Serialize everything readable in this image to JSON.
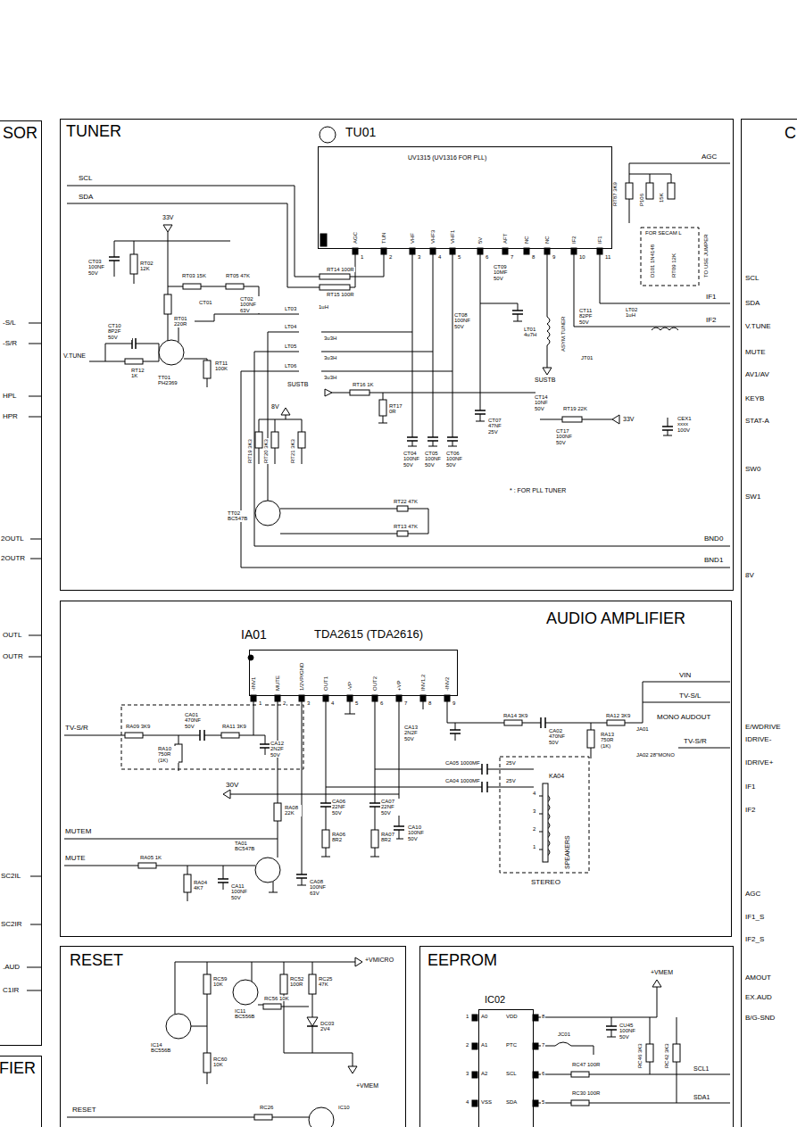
{
  "diagram": {
    "nodes": [
      {
        "text": [
          "SOR"
        ]
      },
      {
        "text": [
          "TUNER"
        ]
      },
      {
        "text": [
          "TU01",
          "UV1315 (UV1316 FOR PLL)"
        ],
        "in": 1
      },
      {
        "text": [
          "C"
        ]
      },
      {
        "text": [
          "AUDIO AMPLIFIER"
        ]
      },
      {
        "text": [
          "IA01",
          "TDA2615 (TDA2616)"
        ],
        "in": 4
      },
      {
        "text": [
          "RESET"
        ]
      },
      {
        "text": [
          "EEPROM"
        ]
      },
      {
        "text": [
          "IC02"
        ],
        "in": 7
      },
      {
        "text": [
          "FIER"
        ]
      }
    ],
    "labels": [
      "-S/L",
      "-S/R",
      "HPL",
      "HPR",
      "2OUTL",
      "2OUTR",
      "OUTL",
      "OUTR",
      "SC2IL",
      "SC2IR",
      ".AUD",
      "C1IR",
      "SCL",
      "SDA",
      "33V",
      "CT03 100NF 50V",
      "RT02 12K",
      "RT03 15K",
      "RT05 47K",
      "CT01",
      "CT02 100NF 63V",
      "RT01 220R",
      "CT10 8P2F 50V",
      "V.TUNE",
      "RT12 1K",
      "TT01 PH2369",
      "RT11 100K",
      "LT03",
      "1uH",
      "LT04",
      "3u3H",
      "LT05",
      "3u3H",
      "LT06",
      "3u3H",
      "RT14 100R",
      "RT15 100R",
      "SUSTB",
      "RT16 1K",
      "RT17 0R",
      "8V",
      "RT19 3K3",
      "RT20 3K3",
      "RT21 3K3",
      "TT02 BC547B",
      "RT22 47K",
      "RT13 47K",
      "CT04 100NF 50V",
      "CT05 100NF 50V",
      "CT06 100NF 50V",
      "CT07 47NF 25V",
      "CT14 10NF 50V",
      "RT19 22K",
      "33V",
      "CT17 100NF 50V",
      "CEX1 xxxx 100V",
      "* : FOR PLL TUNER",
      "CT08 100NF 50V",
      "CT09 10MF 50V",
      "LT01 4u7H",
      "SUSTB",
      "ASYM.TUNER",
      "JT01",
      "CT11 82PF 50V",
      "LT02 1uH",
      "RT87 3K9",
      "P106",
      "15K",
      "FOR SECAM L",
      "D101 1N4148",
      "RT09 12K",
      "TO USE JUMPER",
      "AGC",
      "IF1",
      "IF2",
      "BND0",
      "BND1",
      "AGC",
      "TUN",
      "VHF",
      "VHF3",
      "VHF1",
      "5V",
      "AFT",
      "NC",
      "NC",
      "IF2",
      "IF1",
      "1",
      "2",
      "3",
      "4",
      "5",
      "6",
      "7",
      "8",
      "9",
      "10",
      "11",
      "TV-S/R",
      "RA09 3K9",
      "RA10 750R (1K)",
      "CA01 470NF 50V",
      "RA11 3K9",
      "CA12 2N2F 50V",
      "CA13 2N2F 50V",
      "RA14 3K9",
      "CA02 470NF 50V",
      "RA12 3K9",
      "RA13 750R (1K)",
      "VIN",
      "TV-S/L",
      "MONO AUDOUT",
      "JA01",
      "TV-S/R",
      "JA02 28\"MONO",
      "CA05 1000MF",
      "25V",
      "CA04 1000MF",
      "25V",
      "KA04",
      "SPEAKERS",
      "4",
      "3",
      "2",
      "1",
      "STEREO",
      "30V",
      "RA08 22K",
      "CA06 22NF 50V",
      "RA06 8R2",
      "CA07 22NF 50V",
      "RA07 8R2",
      "CA10 100NF 50V",
      "CA08 100NF 63V",
      "MUTEM",
      "MUTE",
      "RA05 1K",
      "RA04 4K7",
      "TA01 BC547B",
      "CA11 100NF 50V",
      "-INV1",
      "MUTE",
      "1/2VP/GND",
      "OUT1",
      "-VP",
      "OUT2",
      "+VP",
      "INV1,2",
      "-INV2",
      "1",
      "2",
      "3",
      "4",
      "5",
      "6",
      "7",
      "8",
      "9",
      "+VMICRO",
      "RC59 10K",
      "RC52 100R",
      "RC25 47K",
      "RC56 10K",
      "IC11 BC556B",
      "DC03 2V4",
      "IC14 BC556B",
      "RC60 10K",
      "+VMEM",
      "RESET",
      "RC26",
      "IC10",
      "+VMEM",
      "CU45 100NF 50V",
      "JC01",
      "RC46 3K3",
      "RC42 3K3",
      "RC47 100R",
      "RC30 100R",
      "SCL1",
      "SDA1",
      "1",
      "A0",
      "2",
      "A1",
      "3",
      "A2",
      "4",
      "VSS",
      "VDD",
      "8",
      "PTC",
      "7",
      "SCL",
      "6",
      "SDA",
      "5",
      "SCL",
      "SDA",
      "V.TUNE",
      "MUTE",
      "AV1/AV",
      "KEYB",
      "STAT-A",
      "SW0",
      "SW1",
      "8V",
      "E/WDRIVE",
      "IDRIVE-",
      "IDRIVE+",
      "IF1",
      "IF2",
      "AGC",
      "IF1_S",
      "IF2_S",
      "AMOUT",
      "EX.AUD",
      "B/G-SND"
    ]
  }
}
